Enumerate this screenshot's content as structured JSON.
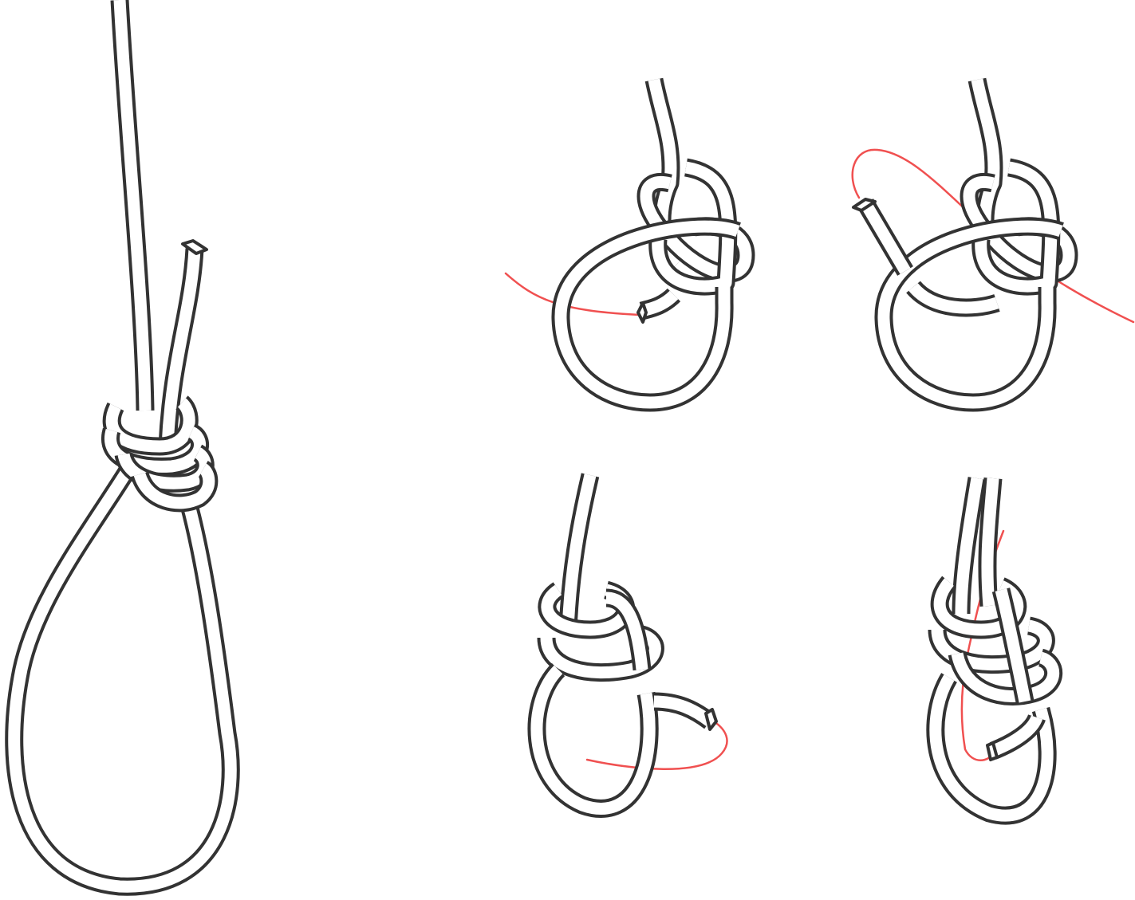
{
  "figure": {
    "type": "knot-tying-instructions",
    "knot": "hangman's noose",
    "colors": {
      "rope_outline": "#333333",
      "rope_fill": "#ffffff",
      "guide_line": "#f05050",
      "background": "#ffffff"
    },
    "panels": [
      {
        "id": "finished-knot",
        "step": 0
      },
      {
        "id": "step-1",
        "step": 1
      },
      {
        "id": "step-2",
        "step": 2
      },
      {
        "id": "step-3",
        "step": 3
      },
      {
        "id": "step-4",
        "step": 4
      }
    ]
  }
}
